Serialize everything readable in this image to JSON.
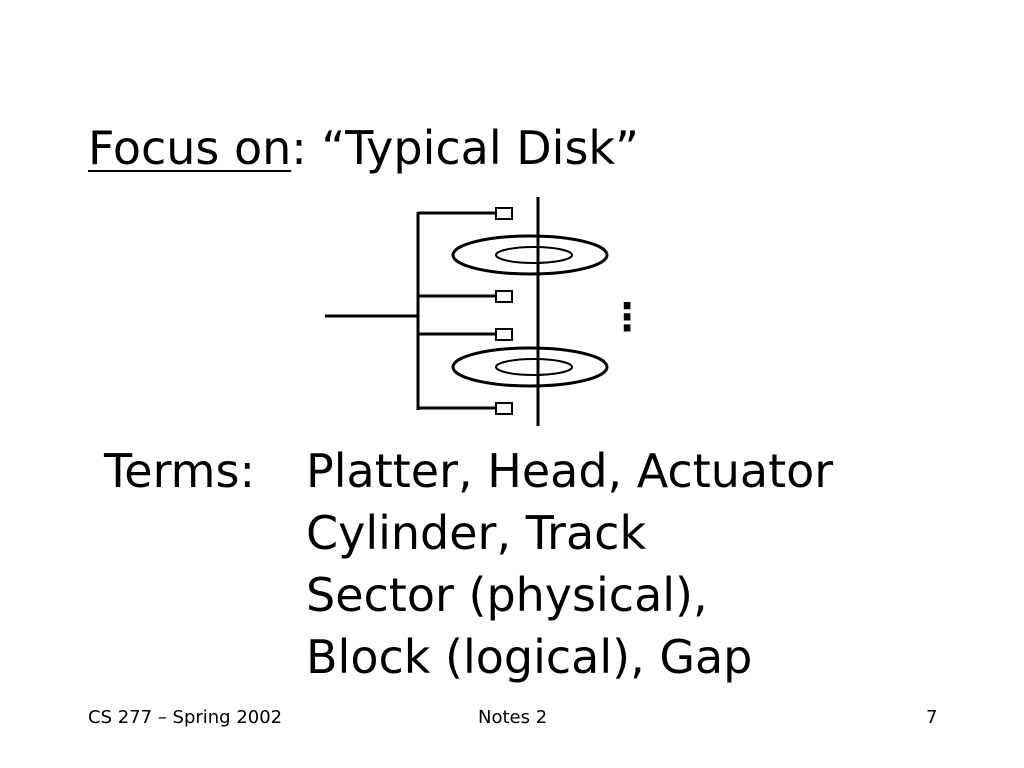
{
  "slide": {
    "title_underlined": "Focus on",
    "title_rest": ": “Typical Disk”",
    "terms_label": "Terms:",
    "terms": [
      "Platter, Head, Actuator",
      "Cylinder, Track",
      "Sector (physical),",
      "Block (logical), Gap"
    ],
    "diagram_ellipsis": "⋮"
  },
  "footer": {
    "left": "CS 277 – Spring 2002",
    "center": "Notes 2",
    "right": "7"
  }
}
